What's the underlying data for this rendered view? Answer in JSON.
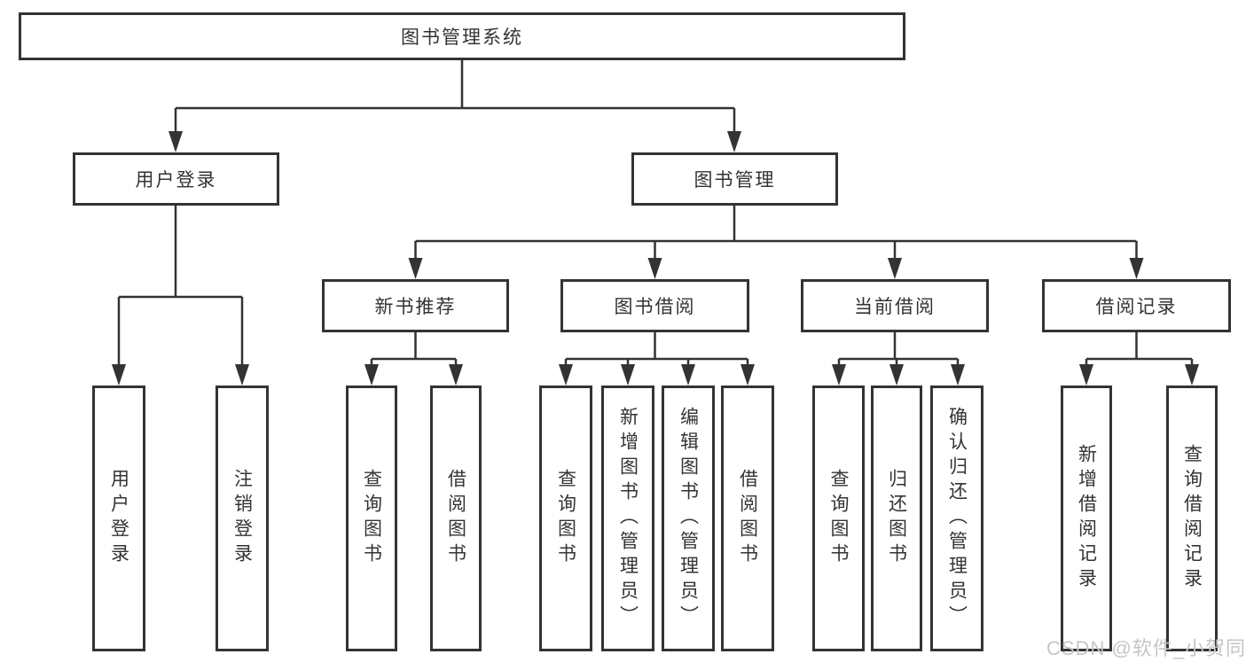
{
  "nodes": {
    "root": "图书管理系统",
    "l2": [
      "用户登录",
      "图书管理"
    ],
    "l3": [
      "新书推荐",
      "图书借阅",
      "当前借阅",
      "借阅记录"
    ],
    "leaves": [
      "用户登录",
      "注销登录",
      "查询图书",
      "借阅图书",
      "查询图书",
      "新增图书（管理员）",
      "编辑图书（管理员）",
      "借阅图书",
      "查询图书",
      "归还图书",
      "确认归还（管理员）",
      "新增借阅记录",
      "查询借阅记录"
    ]
  },
  "hierarchy": {
    "图书管理系统": [
      "用户登录",
      "图书管理"
    ],
    "用户登录": [
      "用户登录",
      "注销登录"
    ],
    "图书管理": [
      "新书推荐",
      "图书借阅",
      "当前借阅",
      "借阅记录"
    ],
    "新书推荐": [
      "查询图书",
      "借阅图书"
    ],
    "图书借阅": [
      "查询图书",
      "新增图书（管理员）",
      "编辑图书（管理员）",
      "借阅图书"
    ],
    "当前借阅": [
      "查询图书",
      "归还图书",
      "确认归还（管理员）"
    ],
    "借阅记录": [
      "新增借阅记录",
      "查询借阅记录"
    ]
  },
  "watermark": {
    "text": "CSDN @软件_小贺同学",
    "color": "#c6c6c6"
  },
  "colors": {
    "background": "#ffffff",
    "box_border": "#333333",
    "connector_line": "#333333",
    "text": "#333333"
  }
}
